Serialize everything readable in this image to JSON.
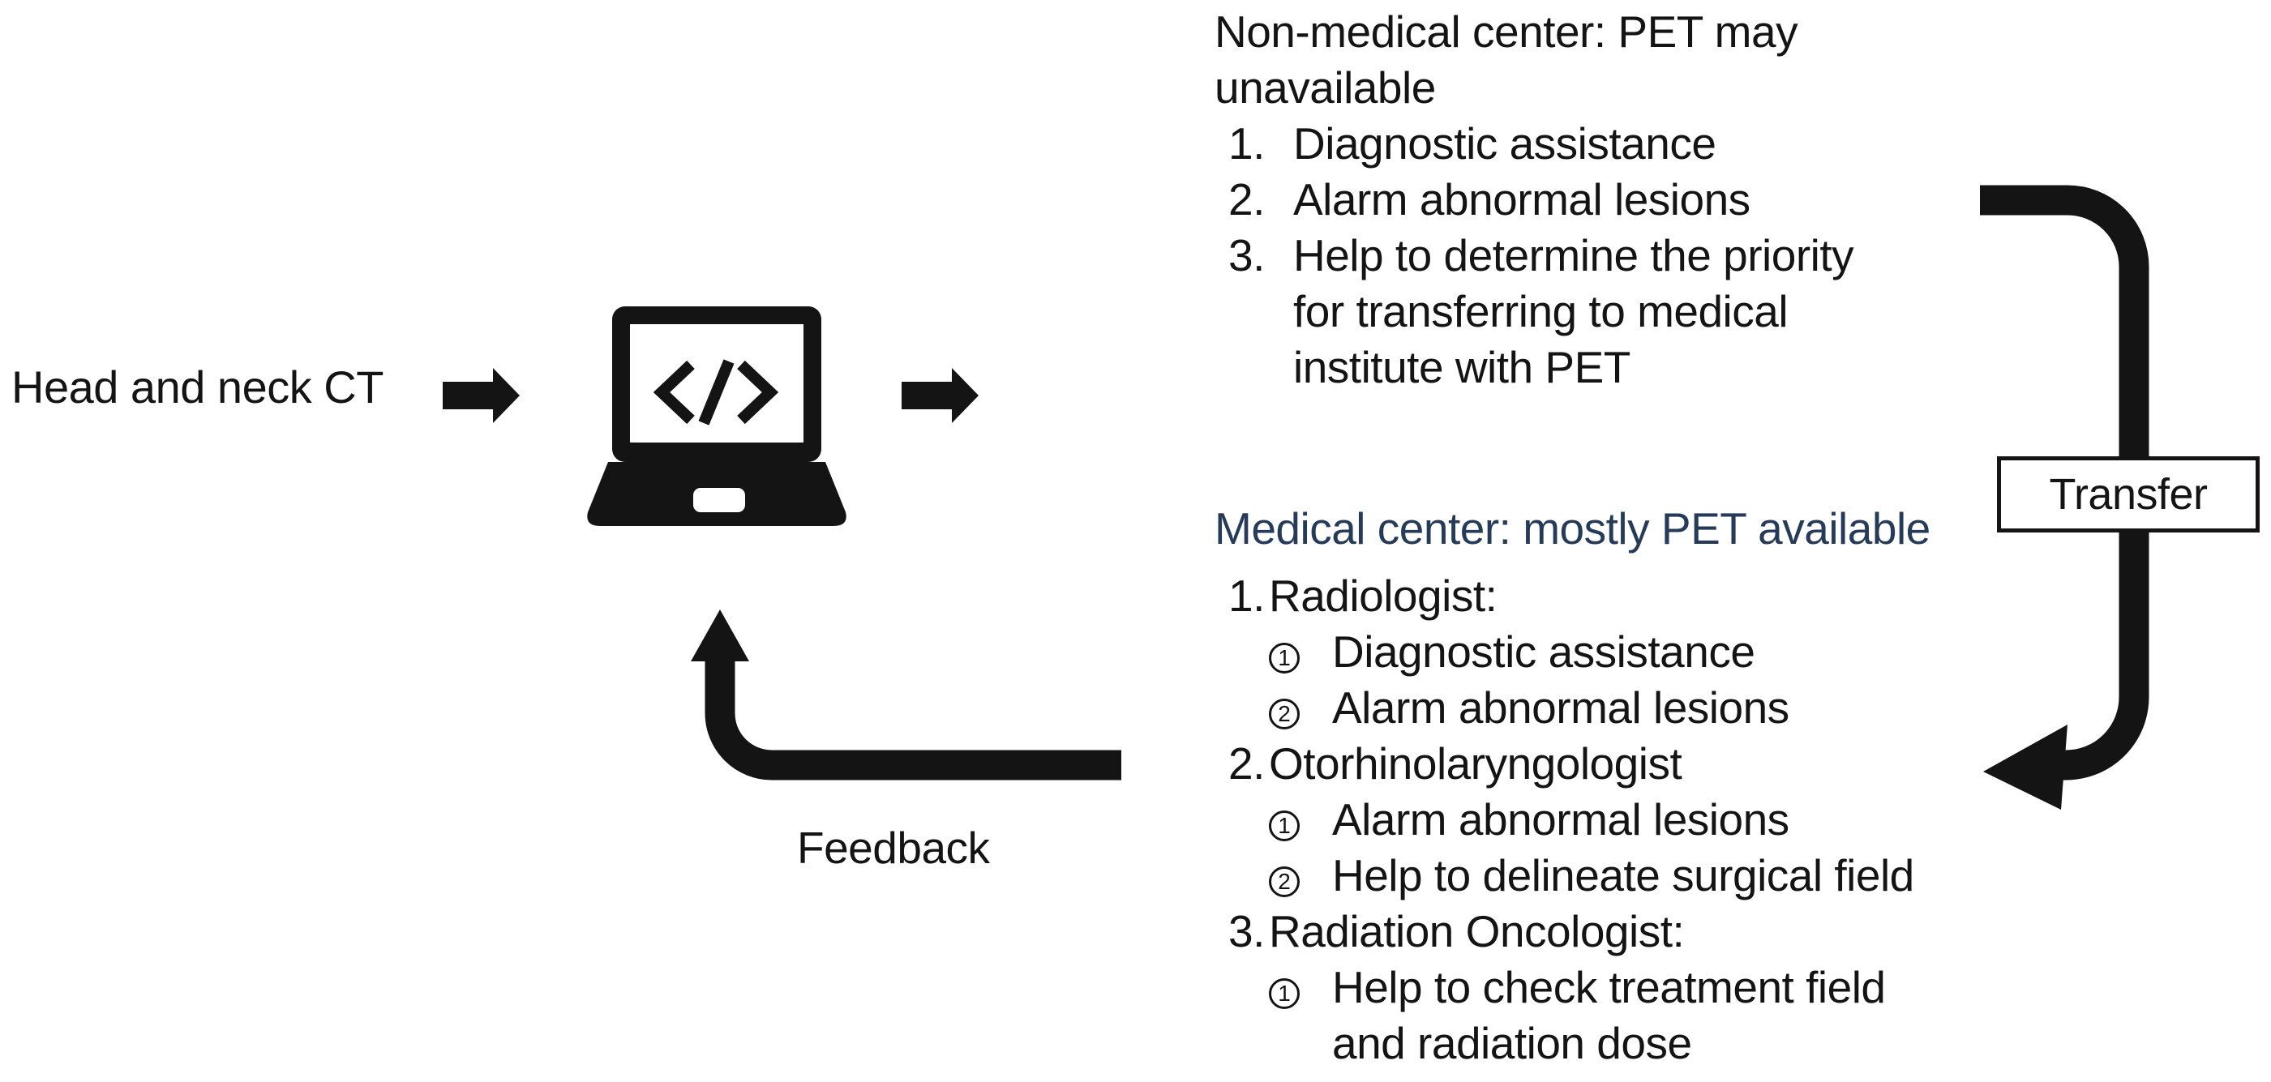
{
  "figure": {
    "background": "#ffffff",
    "ink_color": "#141414",
    "blue_heading_color": "#263b59"
  },
  "labels": {
    "input": "Head and neck CT",
    "feedback": "Feedback",
    "transfer": "Transfer"
  },
  "icons": {
    "input_arrow": "right-block-arrow",
    "output_arrow": "right-block-arrow",
    "processor": "laptop-code",
    "feedback_arrow": "elbow-up-arrow",
    "transfer_arrow": "curved-down-arrow"
  },
  "non_medical": {
    "heading_color": "#141414",
    "heading_lines": [
      "Non-medical center: PET may",
      "unavailable"
    ],
    "lines": [
      {
        "marker": "1.",
        "text": "Diagnostic assistance",
        "indent": "list"
      },
      {
        "marker": "2.",
        "text": "Alarm abnormal lesions",
        "indent": "list"
      },
      {
        "marker": "3.",
        "text": "Help to determine the priority",
        "indent": "list"
      },
      {
        "marker": "",
        "text": "for transferring to medical",
        "indent": "cont"
      },
      {
        "marker": "",
        "text": "institute with PET",
        "indent": "cont"
      }
    ]
  },
  "medical": {
    "heading_color": "#263b59",
    "heading_lines": [
      "Medical center: mostly PET available"
    ],
    "lines": [
      {
        "marker": "1.",
        "text": "Radiologist:",
        "indent": "list"
      },
      {
        "marker": "①",
        "text": "Diagnostic assistance",
        "indent": "sublist"
      },
      {
        "marker": "②",
        "text": "Alarm abnormal lesions",
        "indent": "sublist"
      },
      {
        "marker": "2.",
        "text": "Otorhinolaryngologist",
        "indent": "list"
      },
      {
        "marker": "①",
        "text": "Alarm abnormal lesions",
        "indent": "sublist"
      },
      {
        "marker": "②",
        "text": "Help to delineate surgical field",
        "indent": "sublist"
      },
      {
        "marker": "3.",
        "text": "Radiation Oncologist:",
        "indent": "list"
      },
      {
        "marker": "①",
        "text": "Help to check treatment field",
        "indent": "sublist"
      },
      {
        "marker": "",
        "text": "and radiation dose",
        "indent": "subcont"
      }
    ]
  }
}
